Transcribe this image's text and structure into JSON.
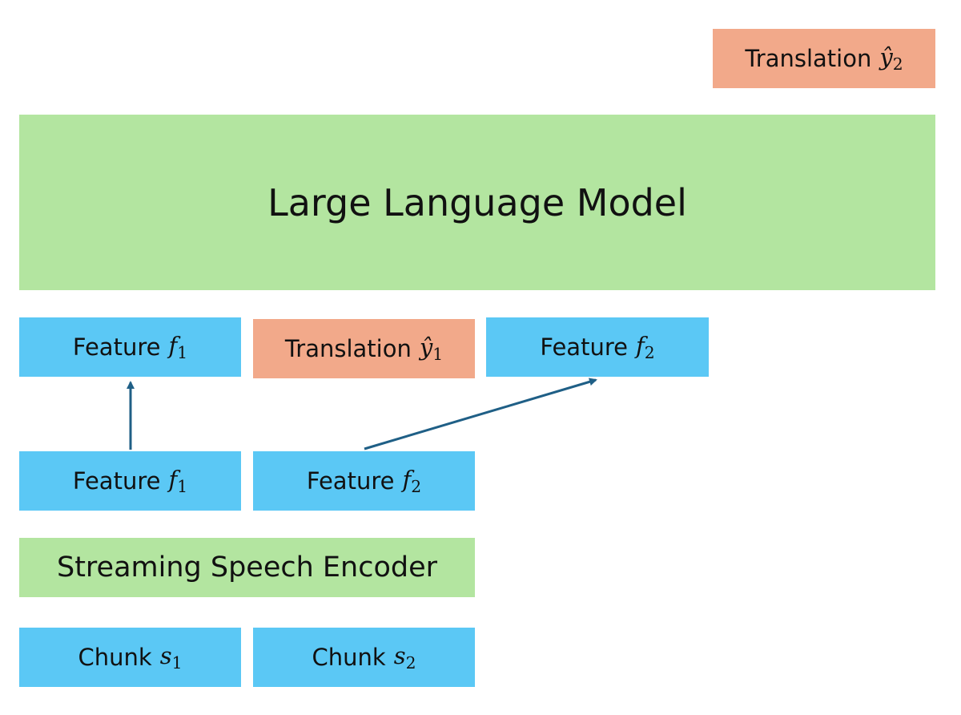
{
  "diagram": {
    "llm": {
      "label": "Large Language Model"
    },
    "translation_top": {
      "label": "Translation",
      "symbol": "ŷ",
      "subscript": "2"
    },
    "feature_upper_1": {
      "label": "Feature",
      "symbol": "f",
      "subscript": "1"
    },
    "translation_mid": {
      "label": "Translation",
      "symbol": "ŷ",
      "subscript": "1"
    },
    "feature_upper_2": {
      "label": "Feature",
      "symbol": "f",
      "subscript": "2"
    },
    "feature_lower_1": {
      "label": "Feature",
      "symbol": "f",
      "subscript": "1"
    },
    "feature_lower_2": {
      "label": "Feature",
      "symbol": "f",
      "subscript": "2"
    },
    "encoder": {
      "label": "Streaming Speech Encoder"
    },
    "chunk_1": {
      "label": "Chunk",
      "symbol": "s",
      "subscript": "1"
    },
    "chunk_2": {
      "label": "Chunk",
      "symbol": "s",
      "subscript": "2"
    }
  },
  "colors": {
    "feature_blue": "#5bc8f5",
    "model_green": "#b3e5a0",
    "translation_orange": "#f2a98a",
    "arrow": "#1f5f86"
  }
}
